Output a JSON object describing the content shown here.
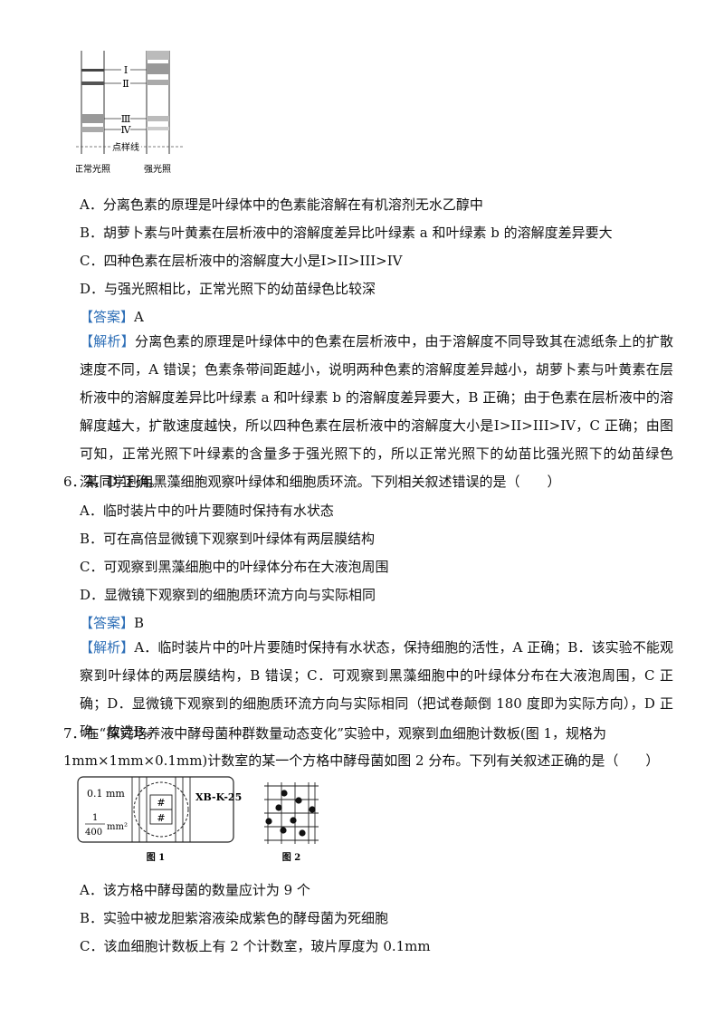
{
  "figure_top": {
    "labels": {
      "band1": "Ⅰ",
      "band2": "Ⅱ",
      "band3": "Ⅲ",
      "band4": "Ⅳ",
      "origin_line": "点样线",
      "left_caption": "正常光照",
      "right_caption": "强光照"
    }
  },
  "q5_options": {
    "A": "A．分离色素的原理是叶绿体中的色素能溶解在有机溶剂无水乙醇中",
    "B": "B．胡萝卜素与叶黄素在层析液中的溶解度差异比叶绿素 a 和叶绿素 b 的溶解度差异要大",
    "C": "C．四种色素在层析液中的溶解度大小是Ⅰ>II>III>IV",
    "D": "D．与强光照相比，正常光照下的幼苗绿色比较深"
  },
  "q5_answer": {
    "tag": "【答案】",
    "value": "A"
  },
  "q5_analysis": {
    "tag": "【解析】",
    "text": "分离色素的原理是叶绿体中的色素在层析液中，由于溶解度不同导致其在滤纸条上的扩散速度不同，A 错误；色素条带间距越小，说明两种色素的溶解度差异越小，胡萝卜素与叶黄素在层析液中的溶解度差异比叶绿素 a 和叶绿素 b 的溶解度差异要大，B 正确；由于色素在层析液中的溶解度越大，扩散速度越快，所以四种色素在层析液中的溶解度大小是Ⅰ>II>III>IV，C 正确；由图可知，正常光照下叶绿素的含量多于强光照下的，所以正常光照下的幼苗比强光照下的幼苗绿色深，D 正确。"
  },
  "q6": {
    "stem": "6．某同学利用黑藻细胞观察叶绿体和细胞质环流。下列相关叙述错误的是（　　）",
    "A": "A．临时装片中的叶片要随时保持有水状态",
    "B": "B．可在高倍显微镜下观察到叶绿体有两层膜结构",
    "C": "C．可观察到黑藻细胞中的叶绿体分布在大液泡周围",
    "D": "D．显微镜下观察到的细胞质环流方向与实际相同",
    "answer_tag": "【答案】",
    "answer": "B",
    "analysis_tag": "【解析】",
    "analysis": "A．临时装片中的叶片要随时保持有水状态，保持细胞的活性，A 正确；B．该实验不能观察到叶绿体的两层膜结构，B 错误；C．可观察到黑藻细胞中的叶绿体分布在大液泡周围，C 正确；D．显微镜下观察到的细胞质环流方向与实际相同（把试卷颠倒 180 度即为实际方向），D 正确。故选B。"
  },
  "q7": {
    "stem": "7．在“探究培养液中酵母菌种群数量动态变化”实验中，观察到血细胞计数板(图 1，规格为 1mm×1mm×0.1mm)计数室的某一个方格中酵母菌如图 2 分布。下列有关叙述正确的是（　　）",
    "fig": {
      "depth": "0.1 mm",
      "area_num": "1",
      "area_den": "400",
      "area_unit": "mm²",
      "model": "XB-K-25",
      "cap1": "图 1",
      "cap2": "图 2"
    },
    "A": "A．该方格中酵母菌的数量应计为 9 个",
    "B": "B．实验中被龙胆紫溶液染成紫色的酵母菌为死细胞",
    "C": "C．该血细胞计数板上有 2 个计数室，玻片厚度为 0.1mm"
  }
}
